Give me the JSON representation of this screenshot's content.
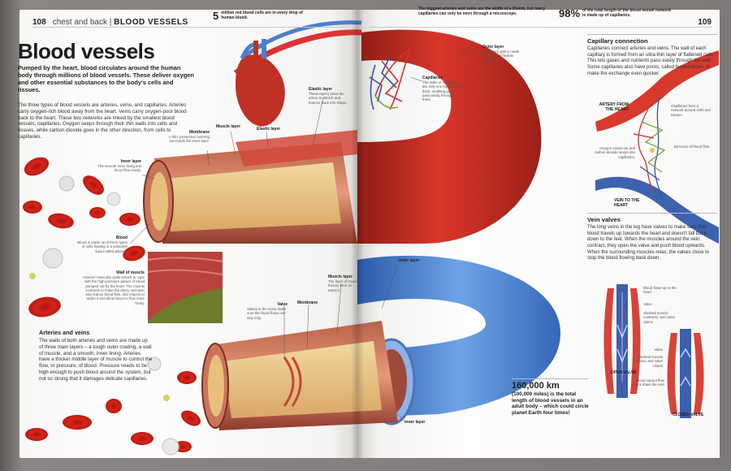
{
  "left_page": {
    "page_number": "108",
    "section": "chest and back",
    "section_sub": "BLOOD VESSELS",
    "fact_big": "5",
    "fact_small": "million red blood cells are in every drop of human blood.",
    "title": "Blood vessels",
    "intro": "Pumped by the heart, blood circulates around the human body through millions of blood vessels. These deliver oxygen and other essential substances to the body's cells and tissues.",
    "body": "The three types of blood vessels are arteries, veins, and capillaries. Arteries carry oxygen-rich blood away from the heart. Veins carry oxygen-poor blood back to the heart. These two networks are linked by the smallest blood vessels, capillaries. Oxygen seeps through their thin walls into cells and tissues, while carbon dioxide goes in the other direction, from cells to capillaries.",
    "arteries_title": "Arteries and veins",
    "arteries_body": "The walls of both arteries and veins are made up of three main layers – a tough outer coating, a wall of muscle, and a smooth, inner lining. Arteries have a thicker middle layer of muscle to control the flow, or pressure, of blood. Pressure needs to be high enough to push blood around the system, but not so strong that it damages delicate capillaries.",
    "labels": {
      "membrane_t": "Membrane",
      "membrane_d": "A thin, protective covering surrounds the inner layer.",
      "muscle_t": "Muscle layer",
      "elastic_t": "Elastic layer",
      "elastic_d": "These layers allow the artery to stretch and bounce back into shape.",
      "inner_t": "Inner layer",
      "inner_d": "The smooth inner lining lets blood flow easily.",
      "blood_t": "Blood",
      "blood_d": "Blood is made up of three types of cells floating in a yellowish liquid called plasma.",
      "wall_t": "Wall of muscle",
      "wall_d": "Arteries' muscular walls stretch to cope with the high-pressure pulses of blood pumped out by the heart. The muscle contracts to make the artery narrower and reduce blood flow, and relaxes to widen it and allow blood to flow more freely.",
      "valve_t": "Valve",
      "valve_d": "Valves in the veins make sure the blood flows one way only.",
      "membrane2_t": "Membrane",
      "muscle2_t": "Muscle layer",
      "muscle2_d": "The layer of muscle is thinner than an artery's."
    }
  },
  "right_page": {
    "page_number": "109",
    "fact_top": "The biggest arteries and veins are the width of a thumb, but many capillaries can only be seen through a microscope.",
    "fact_big": "98%",
    "fact_small": "of the total length of the blood vessel network is made up of capillaries.",
    "labels": {
      "outer_t": "Outer layer",
      "outer_d": "The artery wall is made of tough but flexible collagen.",
      "cap_t": "Capillaries",
      "cap_d": "The walls of capillaries are only one layer of cells thick, enabling gases to pass easily through them.",
      "outer2_t": "Outer layer",
      "inner2_t": "Inner layer"
    },
    "box_title": "Capillary connection",
    "box_body": "Capillaries connect arteries and veins. The wall of each capillary is formed from an ultra-thin layer of flattened cells. This lets gases and nutrients pass easily through the wall. Some capillaries also have pores, called fenestrations, to make the exchange even quicker.",
    "diagram_labels": {
      "artery": "ARTERY FROM THE HEART",
      "network": "Capillaries form a network around cells and tissues.",
      "oxygen": "Oxygen seeps out and carbon dioxide seeps into capillaries.",
      "direction": "Direction of blood flow",
      "vein": "VEIN TO THE HEART"
    },
    "valves_title": "Vein valves",
    "valves_body": "The long veins in the leg have valves to make sure that blood travels up towards the heart and doesn't fall back down to the feet. When the muscles around the vein contract, they open the valve and push blood upwards. When the surrounding muscles relax, the valves close to stop the blood flowing back down.",
    "valve_labels": {
      "flows": "Blood flows up to the heart",
      "valve": "Valve",
      "skeletal": "Skeletal muscle contracts, and valve opens",
      "open": "OPEN VALVE",
      "valve2": "Valve",
      "relax": "Skeletal muscle relaxes, and valve closes",
      "cannot": "Blood cannot flow back down the vein",
      "closed": "CLOSED VALVE"
    },
    "callout_big": "160,000 km",
    "callout_small": "(100,000 miles) is the total length of blood vessels in an adult body – which could circle planet Earth four times!"
  }
}
